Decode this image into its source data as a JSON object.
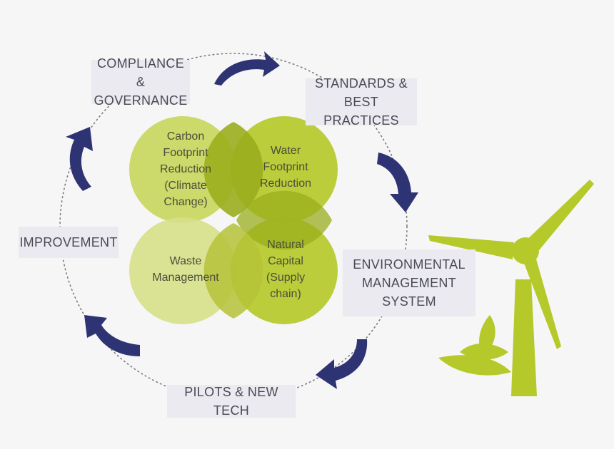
{
  "colors": {
    "background": "#f6f6f6",
    "box_fill": "#eaeaf0",
    "box_text": "#4a4a55",
    "arrow": "#2e3373",
    "circle_bright": "#b5c92a",
    "circle_pale": "#d7e08a",
    "circle_overlap": "#9aae1e",
    "turbine": "#b5c92a"
  },
  "cycle_steps": [
    {
      "id": "compliance",
      "lines": [
        "COMPLIANCE &",
        "GOVERNANCE"
      ]
    },
    {
      "id": "standards",
      "lines": [
        "STANDARDS &",
        "BEST PRACTICES"
      ]
    },
    {
      "id": "ems",
      "lines": [
        "ENVIRONMENTAL",
        "MANAGEMENT",
        "SYSTEM"
      ]
    },
    {
      "id": "pilots",
      "lines": [
        "PILOTS & NEW TECH"
      ]
    },
    {
      "id": "improvement",
      "lines": [
        "IMPROVEMENT"
      ]
    }
  ],
  "focus_areas": [
    {
      "id": "carbon",
      "lines": [
        "Carbon",
        "Footprint",
        "Reduction",
        "(Climate",
        "Change)"
      ]
    },
    {
      "id": "water",
      "lines": [
        "Water",
        "Footprint",
        "Reduction"
      ]
    },
    {
      "id": "waste",
      "lines": [
        "Waste",
        "Management"
      ]
    },
    {
      "id": "natural",
      "lines": [
        "Natural",
        "Capital",
        "(Supply",
        "chain)"
      ]
    }
  ],
  "icons": {
    "cycle_arrows": "curved-arrow-icon",
    "wind_turbine": "wind-turbine-icon",
    "leaves": "leaf-icon"
  }
}
